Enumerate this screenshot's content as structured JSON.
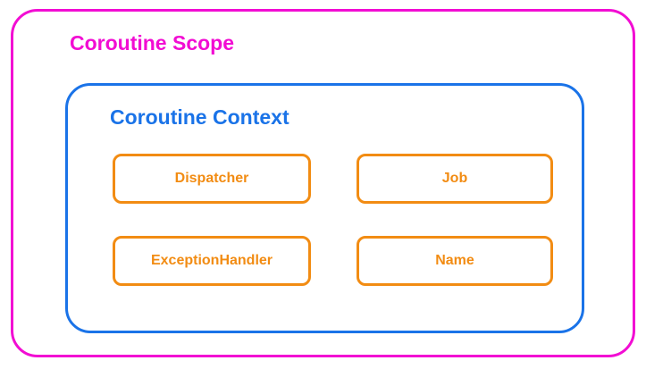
{
  "diagram": {
    "scope": {
      "label": "Coroutine Scope",
      "border_color": "#F20DD3",
      "text_color": "#F20DD3"
    },
    "context": {
      "label": "Coroutine Context",
      "border_color": "#1A73E8",
      "text_color": "#1A73E8"
    },
    "items": [
      {
        "label": "Dispatcher"
      },
      {
        "label": "Job"
      },
      {
        "label": "ExceptionHandler"
      },
      {
        "label": "Name"
      }
    ],
    "item_border_color": "#F28C13",
    "item_text_color": "#F28C13",
    "background_color": "#FFFFFF"
  }
}
